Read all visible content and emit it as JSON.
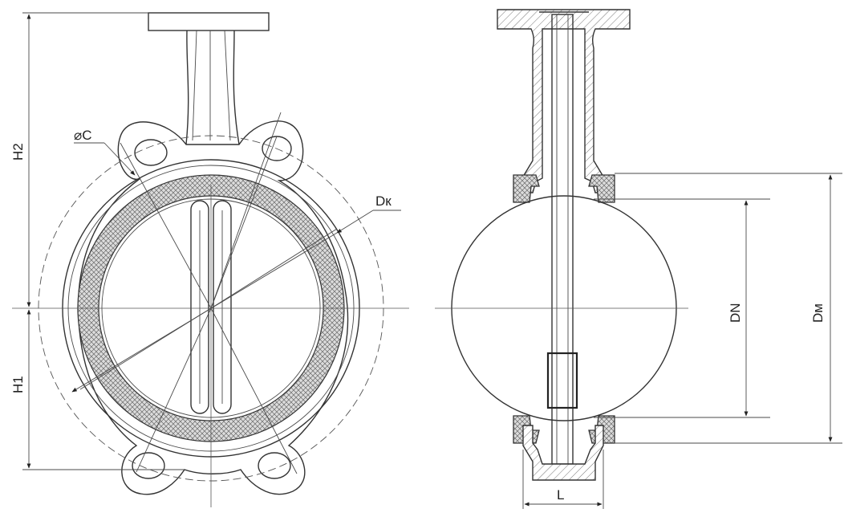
{
  "labels": {
    "h2": "H2",
    "h1": "H1",
    "c": "⌀C",
    "dk": "Dк",
    "dn": "DN",
    "dm": "Dм",
    "l": "L"
  },
  "colors": {
    "line": "#333333",
    "seat_fill": "#c9c9c9",
    "hatch": "#777777"
  }
}
